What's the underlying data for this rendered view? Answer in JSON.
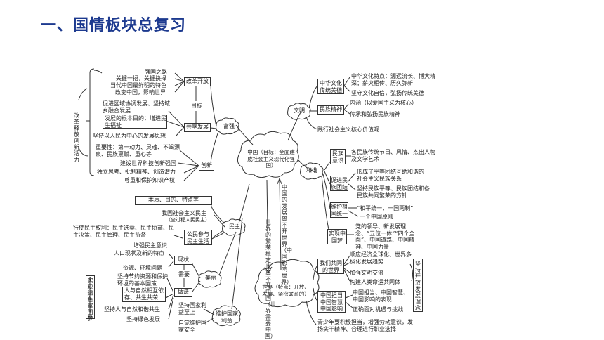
{
  "title": "一、国情板块总复习",
  "center": "中国（目标：全面建成社会主义现代化强国）",
  "world_center": "世界（特点：开放、发展、紧密联系的）",
  "link_left": "世界的繁荣稳定也离不开中国（世界需要中国）",
  "link_right": "中国的发展离不开世界（中国影响世界）",
  "fuqiang": {
    "hub": "富强",
    "reform": {
      "label": "改革开放",
      "items": [
        "强国之路",
        "关键一招，关键抉择",
        "当代中国最鲜明的特色",
        "改变中国，影响世界"
      ],
      "goal": "目标"
    },
    "share": {
      "label": "共享发展",
      "items": [
        "促进区域协调发展、坚持城乡融合发展",
        "坚持以人民为中心的发展思想"
      ],
      "box": "发展的根本目的：增进民生福祉"
    },
    "innovate": {
      "label": "创新",
      "items": [
        "重要性：第一动力、灵魂、不竭源泉、民族禀赋、重心等",
        "建设世界科技创新强国",
        "独立思考、批判精神、创造潜力",
        "尊重和保护知识产权"
      ]
    },
    "vertical": "改革释放创新活力"
  },
  "minzhu": {
    "hub": "民主",
    "top": "本质、目的、特点等",
    "item1": "我国社会主义民主",
    "item1_note": "（全过程人民民主）",
    "sub": "公民参与民主生活",
    "left_text": "行使民主权利：民主选举、民主协商、民主决策、民主管理、民主监督",
    "item2": "增强民主意识"
  },
  "meili": {
    "hub": "美丽",
    "status": "现状",
    "need": "需要",
    "act": "做法",
    "status_items": [
      "人口现状及新的特点",
      "资源、环境问题"
    ],
    "act_items": [
      "坚持节约资源和保护环境的基本国策",
      "坚持人与自然和谐共生",
      "坚持绿色发展"
    ],
    "act_box": "人与自然相互依存、共生共荣",
    "vertical": "实现绿色富国梦"
  },
  "security": {
    "hub": "维护国家利益",
    "items": [
      "坚持国家利益至上",
      "自觉维护国家安全"
    ]
  },
  "wenming": {
    "hub": "文明",
    "culture": "中华文化传统美德",
    "culture_items": [
      "中华文化特点：源远流长、博大精深；薪火相传、历久弥新",
      "坚守文化自信，弘扬传统美德"
    ],
    "spirit": "民族精神",
    "spirit_items": [
      "内涵（以爱国主义为核心）",
      "传承和弘扬民族精神"
    ],
    "core": "践行社会主义核心价值观"
  },
  "hexie": {
    "hub": "和谐",
    "ethnic": "民族意识",
    "ethnic_items": [
      "各民族传统节日、风情、杰出人物及文学艺术"
    ],
    "unity": "促进民族团结",
    "unity_items": [
      "形成了平等团结互助和谐的社会主义民族关系",
      "坚持民族平等、民族团结和各民族共同繁荣的方针"
    ],
    "reunify": "维护祖国统一",
    "reunify_items": [
      "“和平统一，一国两制”",
      "一个中国原则"
    ],
    "dream": "实现中国梦",
    "dream_items": [
      "党的领导、新发展理念、“五位一体”“四个全面”、中国道路、中国精神、中国力量"
    ]
  },
  "world": {
    "common": "我们共同的世界",
    "common_items": [
      "顺应经济全球化、世界多极化发展趋势",
      "加强文明交流",
      "构建人类命运共同体"
    ],
    "role": "中国担当中国智慧中国影响",
    "role_items": [
      "中国担当、中国智慧、中国影响的表现",
      "正确面对机遇与挑战"
    ],
    "youth": "青少年要积极担当，增强劳动意识，发扬实干精神、合理进行职业选择",
    "vertical": "坚持开放发展理念"
  }
}
